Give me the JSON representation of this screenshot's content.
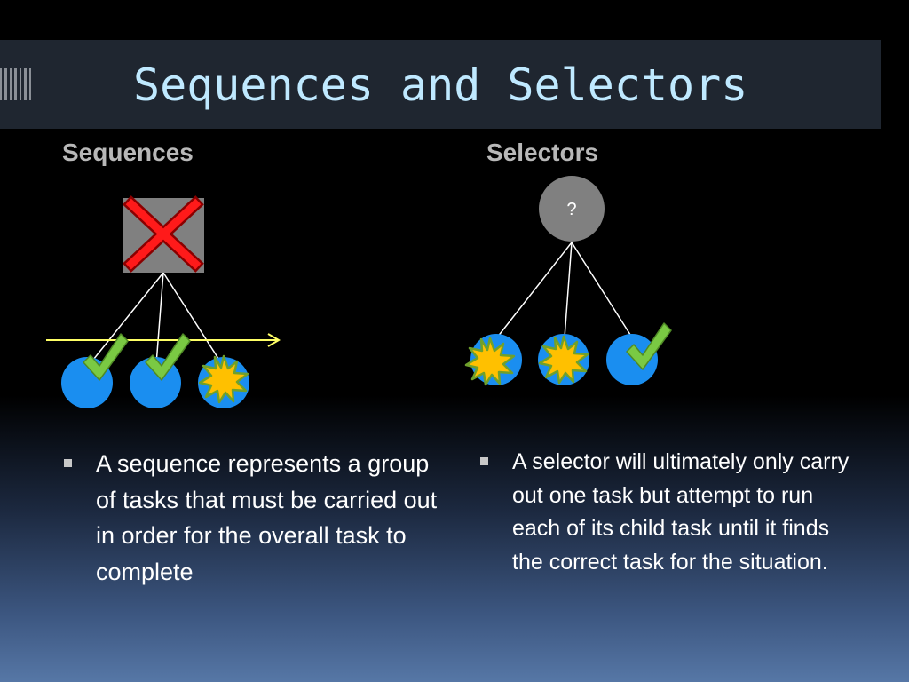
{
  "slide": {
    "title": "Sequences and Selectors"
  },
  "sequences": {
    "heading": "Sequences",
    "bullet": "A sequence represents a group of tasks that must be carried out  in order for the overall task to complete"
  },
  "selectors": {
    "heading": "Selectors",
    "root_label": "?",
    "bullet": "A selector will ultimately only carry out one task but attempt to run each of its child task until it finds the correct task for the situation."
  },
  "colors": {
    "title_text": "#bfe9ff",
    "title_bar": "#1f2630",
    "heading_text": "#b8b8b8",
    "node_blue": "#1a8ef0",
    "root_gray": "#808080",
    "fail_red": "#ff0000",
    "check_green": "#7ac943",
    "star_yellow": "#ffc000",
    "arrow_yellow": "#ffff66"
  },
  "icons": [
    "red-x-icon",
    "green-check-icon",
    "starburst-icon",
    "arrow-right-icon"
  ]
}
